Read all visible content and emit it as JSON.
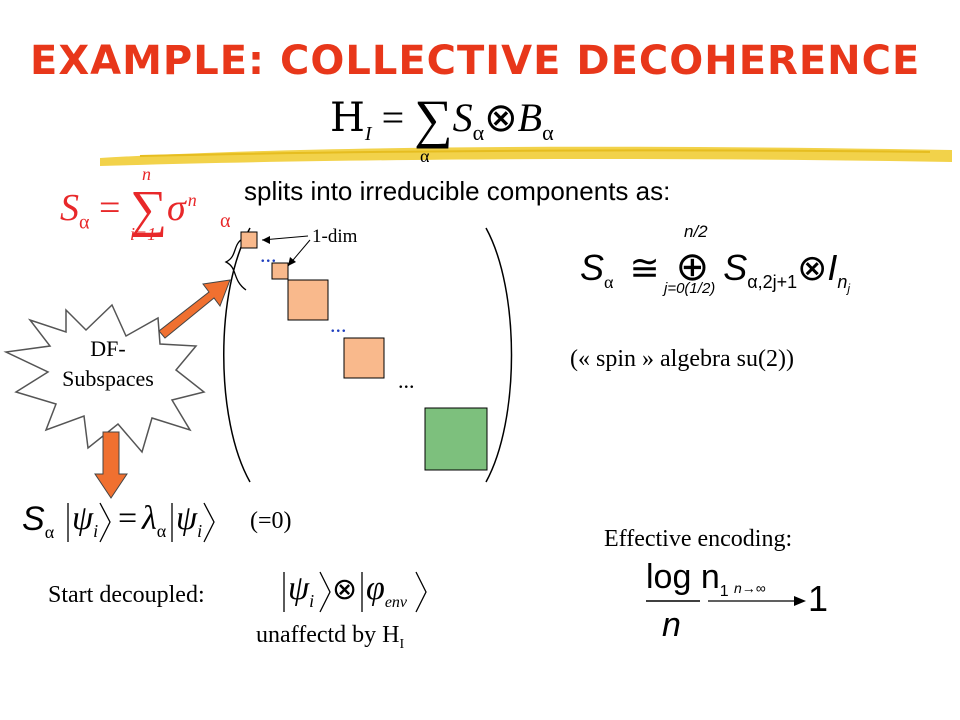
{
  "title": "Example: collective decoherence",
  "hamiltonian": {
    "lhs": "H",
    "lhs_sub": "I",
    "eq": "=",
    "sum": "∑",
    "sum_index": "α",
    "term_S": "S",
    "term_S_sub": "α",
    "otimes": "⊗",
    "term_B": "B",
    "term_B_sub": "α"
  },
  "s_def": {
    "S": "S",
    "sub": "α",
    "eq": "=",
    "sum": "∑",
    "upper": "n",
    "lower": "i=1",
    "sigma": "σ",
    "sigma_sup": "n",
    "sigma_sub": "α"
  },
  "splits_text": "splits into irreducible components as:",
  "one_dim_label": "1-dim",
  "ellipsis": "...",
  "block_colors": {
    "small": "#f9b98c",
    "large": "#7dc07d",
    "arrow": "#f07030"
  },
  "decomp": {
    "S": "S",
    "S_sub": "α",
    "cong": "≅",
    "oplus": "⊕",
    "upper": "n/2",
    "lower": "j=0(1/2)",
    "term": "S",
    "term_sub": "α,2j+1",
    "otimes": "⊗",
    "I": "I",
    "I_sub": "n",
    "I_subsub": "j"
  },
  "spin_note": "(« spin » algebra su(2))",
  "df_label_line1": "DF-",
  "df_label_line2": "Subspaces",
  "eigen": {
    "S": "S",
    "S_sub": "α",
    "ket1": "|ψ",
    "ket1_sub": "i",
    "eq": "=",
    "lambda": "λ",
    "lambda_sub": "α",
    "ket2": "|ψ",
    "ket2_sub": "i",
    "zero_note": "(=0)"
  },
  "start_label": "Start decoupled:",
  "product_state": {
    "psi": "ψ",
    "psi_sub": "i",
    "otimes": "⊗",
    "phi": "φ",
    "phi_sub": "env"
  },
  "unaffected": {
    "text": "unaffectd by H",
    "sub": "I"
  },
  "effective_label": "Effective encoding:",
  "encoding": {
    "numer": "log n",
    "numer_sub": "1",
    "denom": "n",
    "arrow_label": "n→∞",
    "result": "1"
  }
}
